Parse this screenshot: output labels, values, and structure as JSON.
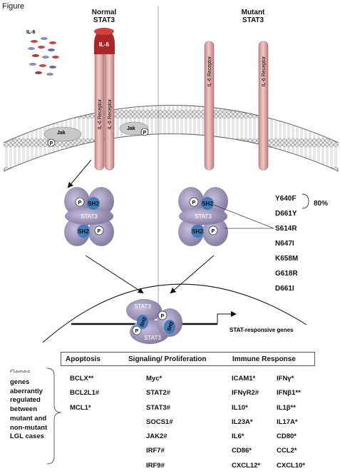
{
  "figure_label": "Figure",
  "il6_label": "IL-6",
  "normal_title": [
    "Normal",
    "STAT3"
  ],
  "mutant_title": [
    "Mutant",
    "STAT3"
  ],
  "il6_cap": "IL-6",
  "receptor_label": "IL-6 Receptor",
  "jak_label": "Jak",
  "p_label": "P",
  "sh2_label": "SH2",
  "stat3_label": "STAT3",
  "mutations": [
    "Y640F",
    "D661Y",
    "S614R",
    "N647I",
    "K658M",
    "G618R",
    "D661I"
  ],
  "mutation_pct": "80%",
  "stat_responsive": "STAT-responsive genes",
  "table": {
    "headers": [
      "Apoptosis",
      "Signaling/ Proliferation",
      "Immune Response"
    ],
    "apoptosis": [
      "BCLX**",
      "BCL2L1#",
      "MCL1*"
    ],
    "signaling": [
      "Myc*",
      "STAT2#",
      "STAT3#",
      "SOCS1#",
      "JAK2#",
      "IRF7#",
      "IRF9#"
    ],
    "immune_a": [
      "ICAM1*",
      "IFNγR2#",
      "IL10*",
      "IL23A*",
      "IL6*",
      "CD86*",
      "CXCL12*"
    ],
    "immune_b": [
      "IFNγ*",
      "IFNβ1**",
      "IL1β**",
      "IL17A*",
      "CD80*",
      "CCL2*",
      "CXCL10*"
    ]
  },
  "genes_note_ghost": "Genes",
  "genes_note": [
    "genes",
    "aberrantly",
    "regulated",
    "between",
    "mutant and",
    "non-mutant",
    "LGL cases"
  ],
  "colors": {
    "receptor": "#d9a0a0",
    "il6_cap": "#a82828",
    "stat3": "#9a8fb5",
    "sh2": "#3a78b8",
    "jak": "#c8c8c8"
  }
}
